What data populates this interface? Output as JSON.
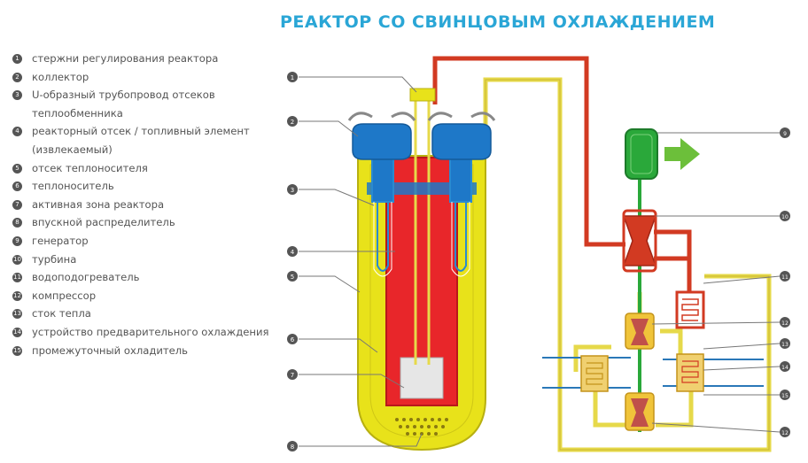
{
  "title": "РЕАКТОР СО СВИНЦОВЫМ ОХЛАЖДЕНИЕМ",
  "legend": [
    {
      "num": "1",
      "text": "стержни регулирования реактора"
    },
    {
      "num": "2",
      "text": "коллектор"
    },
    {
      "num": "3",
      "text": "U-образный трубопровод отсеков теплообменника"
    },
    {
      "num": "4",
      "text": "реакторный отсек / топливный элемент (извлекаемый)"
    },
    {
      "num": "5",
      "text": "отсек теплоносителя"
    },
    {
      "num": "6",
      "text": "теплоноситель"
    },
    {
      "num": "7",
      "text": "активная зона реактора"
    },
    {
      "num": "8",
      "text": "впускной распределитель"
    },
    {
      "num": "9",
      "text": "генератор"
    },
    {
      "num": "10",
      "text": "турбина"
    },
    {
      "num": "11",
      "text": "водоподогреватель"
    },
    {
      "num": "12",
      "text": "компрессор"
    },
    {
      "num": "13",
      "text": "сток тепла"
    },
    {
      "num": "14",
      "text": "устройство предварительного охлаждения"
    },
    {
      "num": "15",
      "text": "промежуточный охладитель"
    }
  ],
  "callouts": {
    "left": [
      "1",
      "2",
      "3",
      "4",
      "5",
      "6",
      "7",
      "8"
    ],
    "right": [
      "9",
      "10",
      "11",
      "12",
      "13",
      "14",
      "15",
      "12"
    ]
  },
  "colors": {
    "title": "#2aa6d6",
    "vessel_yellow": "#e8e21a",
    "core_red": "#e8262a",
    "collector_blue": "#1e78c8",
    "generator_green": "#2aa83a",
    "loop_red": "#d23a22",
    "loop_yellow": "#e6d94a",
    "heat_sink_blue": "#2a78b8"
  }
}
